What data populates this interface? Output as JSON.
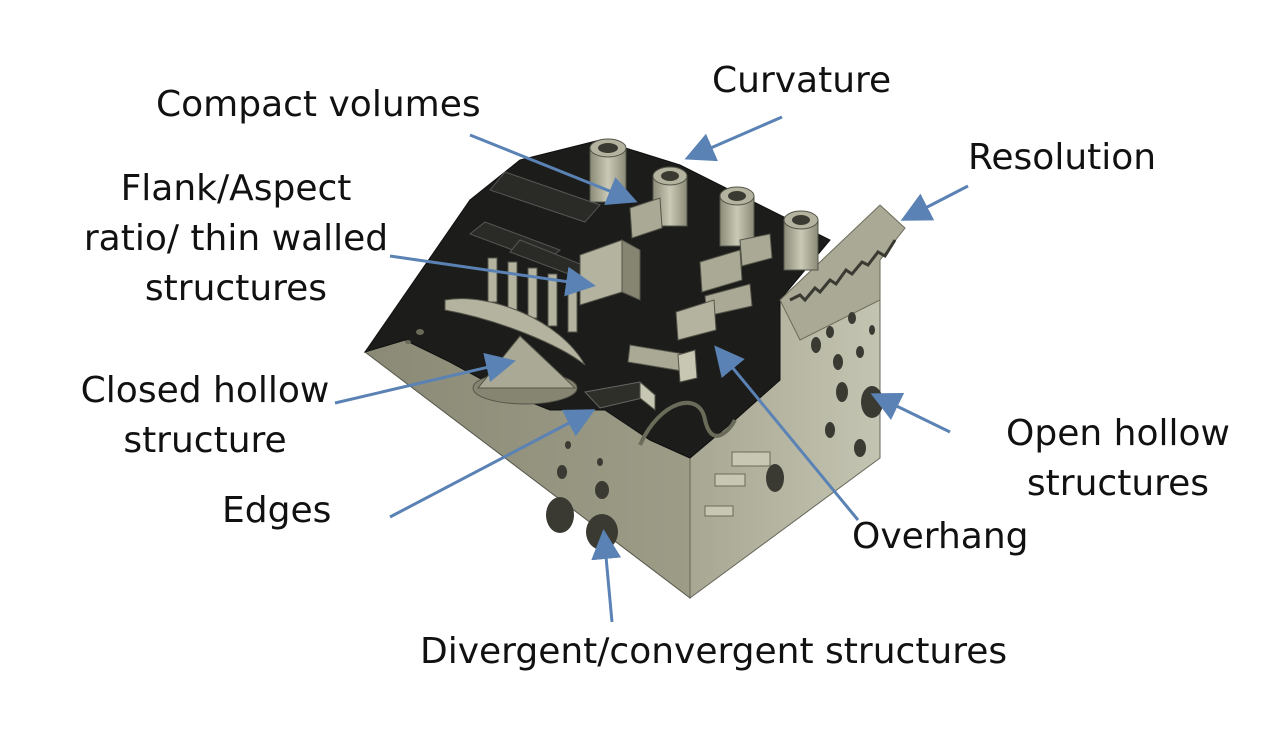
{
  "colors": {
    "arrow": "#5a82b4",
    "part_side": "#8f8f7b",
    "part_side_dark": "#6f6f5e",
    "part_top": "#1c1c1a",
    "feature": "#b3b39f",
    "feature_dark": "#858572",
    "hole": "#3a3a32",
    "text": "#111111"
  },
  "labels": {
    "compact_volumes": "Compact volumes",
    "curvature": "Curvature",
    "resolution": "Resolution",
    "flank": [
      "Flank/Aspect",
      "ratio/ thin walled",
      "structures"
    ],
    "closed_hollow": [
      "Closed hollow",
      "structure"
    ],
    "edges": "Edges",
    "open_hollow": [
      "Open hollow",
      "structures"
    ],
    "overhang": "Overhang",
    "divergent": "Divergent/convergent structures"
  }
}
